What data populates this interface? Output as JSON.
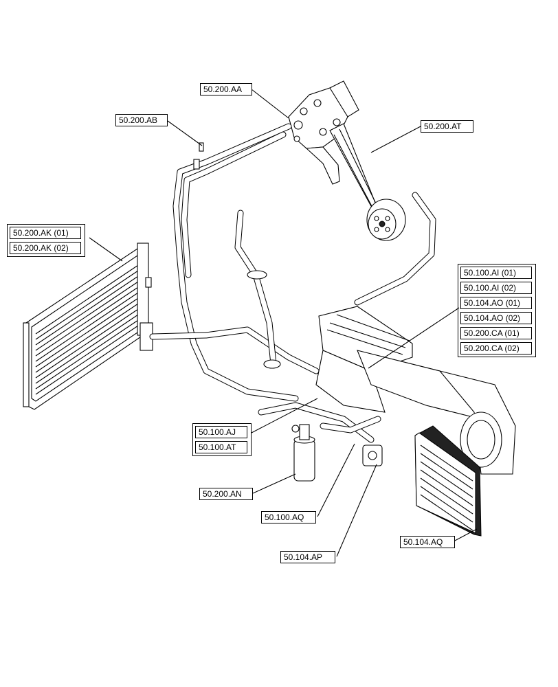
{
  "labels": {
    "aa": "50.200.AA",
    "ab": "50.200.AB",
    "at_top": "50.200.AT",
    "ak1": "50.200.AK (01)",
    "ak2": "50.200.AK (02)",
    "ai1": "50.100.AI (01)",
    "ai2": "50.100.AI (02)",
    "ao1": "50.104.AO (01)",
    "ao2": "50.104.AO (02)",
    "ca1": "50.200.CA (01)",
    "ca2": "50.200.CA (02)",
    "aj": "50.100.AJ",
    "at_mid": "50.100.AT",
    "an": "50.200.AN",
    "aq100": "50.100.AQ",
    "ap": "50.104.AP",
    "aq104": "50.104.AQ"
  }
}
